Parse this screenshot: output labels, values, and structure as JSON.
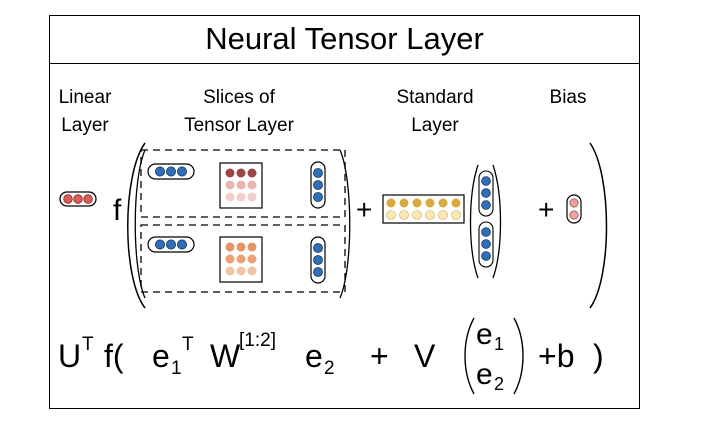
{
  "title": "Neural Tensor Layer",
  "labels": {
    "linear": [
      "Linear",
      "Layer"
    ],
    "slices": [
      "Slices of",
      "Tensor Layer"
    ],
    "standard": [
      "Standard",
      "Layer"
    ],
    "bias": [
      "Bias"
    ]
  },
  "symbols": {
    "f": "f",
    "plus": "+"
  },
  "formula": {
    "U": "U",
    "T1": "T",
    "f_open": "f(",
    "e1": "e",
    "e1_sub": "1",
    "T2": "T",
    "W": "W",
    "W_sup": "[1:2]",
    "e2": "e",
    "e2_sub": "2",
    "plus1": "+",
    "V": "V",
    "vec_e1": "e",
    "vec_e1_sub": "1",
    "vec_e2": "e",
    "vec_e2_sub": "2",
    "plus_b": "+b",
    "close": ")"
  },
  "colors": {
    "blue": "#2e6fb8",
    "red": "#e05b55",
    "dark_red": "#9b4545",
    "pink": "#e9b3b0",
    "light_pink": "#f2cfcc",
    "orange": "#e59462",
    "light_orange": "#f3c4a2",
    "gold": "#d8a93e",
    "cream": "#fbe8b2",
    "bias_pink": "#e7a3a0"
  }
}
